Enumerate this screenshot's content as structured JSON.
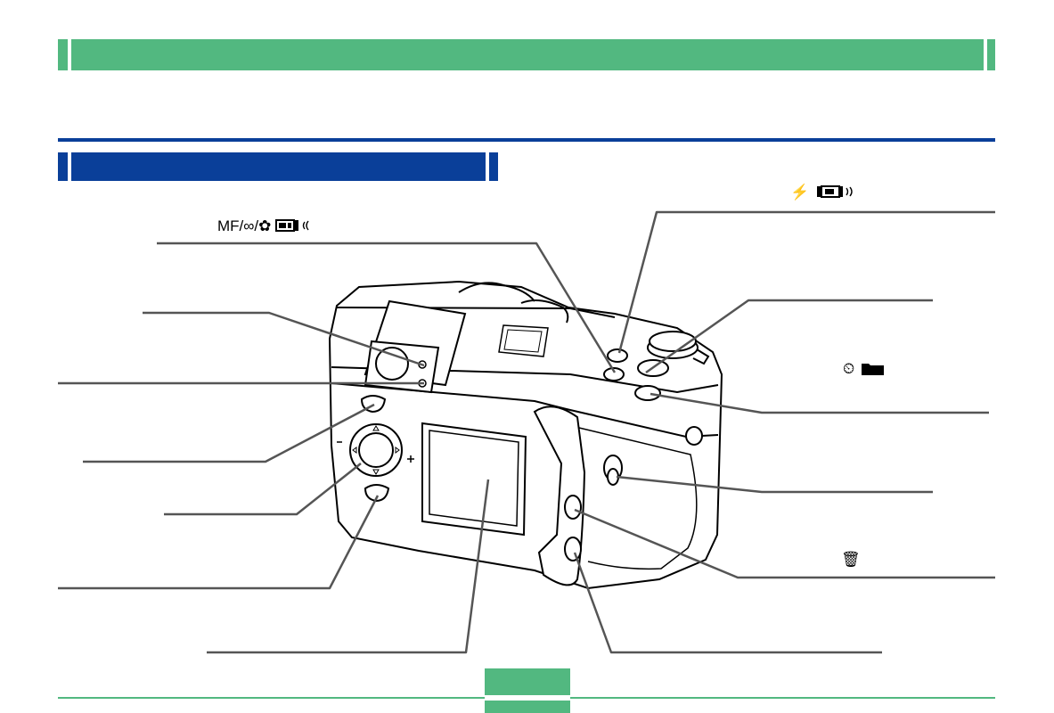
{
  "labels": {
    "focus_button": "MF/∞/✿",
    "flash_button": "⚡",
    "timer_folder": "⏲",
    "delete_button": "🗑"
  },
  "icons": {
    "mf_symbol_icon": "mf-infinity-macro",
    "flash_icon": "flash-bolt",
    "timer_icon": "self-timer",
    "folder_icon": "folder",
    "delete_icon": "trash-delete"
  },
  "colors": {
    "header_green": "#52b880",
    "section_blue": "#0a3f99"
  }
}
